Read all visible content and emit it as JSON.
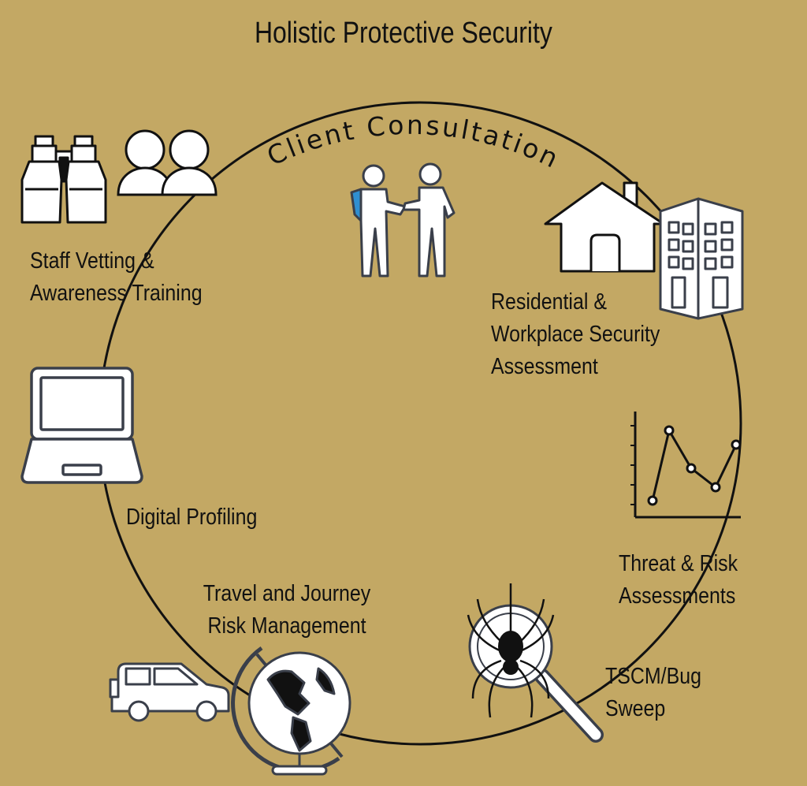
{
  "title": "Holistic Protective Security",
  "cycle_label": "Client Consultation",
  "stages": [
    {
      "lines": [
        "Staff Vetting &",
        "Awareness Training"
      ],
      "icons": [
        "binoculars-icon",
        "people-icon"
      ]
    },
    {
      "lines": [
        "Residential &",
        "Workplace Security",
        "Assessment"
      ],
      "icons": [
        "house-icon",
        "office-building-icon"
      ]
    },
    {
      "lines": [
        "Threat & Risk",
        "Assessments"
      ],
      "icons": [
        "line-chart-icon"
      ]
    },
    {
      "lines": [
        "TSCM/Bug",
        "Sweep"
      ],
      "icons": [
        "spider-magnifier-icon"
      ]
    },
    {
      "lines": [
        "Travel and Journey",
        "Risk Management"
      ],
      "icons": [
        "car-icon",
        "globe-icon"
      ]
    },
    {
      "lines": [
        "Digital Profiling"
      ],
      "icons": [
        "laptop-icon"
      ]
    }
  ],
  "colors": {
    "background": "#c3a864",
    "line": "#111111",
    "icon_fill": "#ffffff",
    "icon_stroke": "#3a3f4a",
    "accent": "#2f8fd0"
  }
}
